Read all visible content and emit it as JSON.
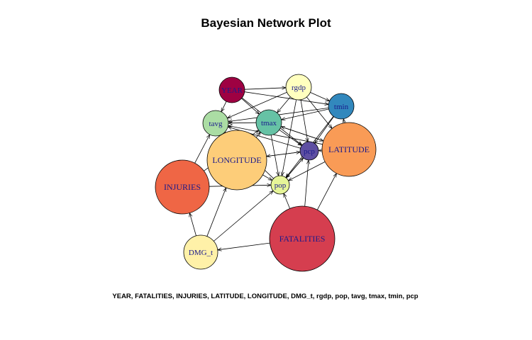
{
  "title": "Bayesian Network Plot",
  "caption": "YEAR, FATALITIES, INJURIES, LATITUDE, LONGITUDE, DMG_t, rgdp, pop, tavg, tmax, tmin, pcp",
  "nodes": [
    {
      "id": "YEAR",
      "label": "YEAR",
      "color": "#9e0142"
    },
    {
      "id": "rgdp",
      "label": "rgdp",
      "color": "#ffffbf"
    },
    {
      "id": "tmin",
      "label": "tmin",
      "color": "#3288bd"
    },
    {
      "id": "tavg",
      "label": "tavg",
      "color": "#abdda4"
    },
    {
      "id": "tmax",
      "label": "tmax",
      "color": "#66c2a5"
    },
    {
      "id": "pcp",
      "label": "pcp",
      "color": "#5e4fa2"
    },
    {
      "id": "LATITUDE",
      "label": "LATITUDE",
      "color": "#f99b56"
    },
    {
      "id": "LONGITUDE",
      "label": "LONGITUDE",
      "color": "#fdcd79"
    },
    {
      "id": "INJURIES",
      "label": "INJURIES",
      "color": "#ef6645"
    },
    {
      "id": "pop",
      "label": "pop",
      "color": "#e6f598"
    },
    {
      "id": "FATALITIES",
      "label": "FATALITIES",
      "color": "#d53e4f"
    },
    {
      "id": "DMG_t",
      "label": "DMG_t",
      "color": "#fff1a8"
    }
  ],
  "edges": [
    [
      "YEAR",
      "rgdp"
    ],
    [
      "YEAR",
      "tmin"
    ],
    [
      "YEAR",
      "tmax"
    ],
    [
      "YEAR",
      "pcp"
    ],
    [
      "YEAR",
      "tavg"
    ],
    [
      "rgdp",
      "tmin"
    ],
    [
      "rgdp",
      "tavg"
    ],
    [
      "rgdp",
      "tmax"
    ],
    [
      "rgdp",
      "pcp"
    ],
    [
      "rgdp",
      "LATITUDE"
    ],
    [
      "rgdp",
      "pop"
    ],
    [
      "tmin",
      "tavg"
    ],
    [
      "tmin",
      "tmax"
    ],
    [
      "tmin",
      "pcp"
    ],
    [
      "tmin",
      "pop"
    ],
    [
      "tmax",
      "tavg"
    ],
    [
      "tmax",
      "pcp"
    ],
    [
      "tmax",
      "pop"
    ],
    [
      "tmax",
      "LATITUDE"
    ],
    [
      "LATITUDE",
      "tmin"
    ],
    [
      "LATITUDE",
      "tavg"
    ],
    [
      "LATITUDE",
      "tmax"
    ],
    [
      "LATITUDE",
      "pcp"
    ],
    [
      "LATITUDE",
      "pop"
    ],
    [
      "pcp",
      "tavg"
    ],
    [
      "pcp",
      "pop"
    ],
    [
      "pcp",
      "LONGITUDE"
    ],
    [
      "LONGITUDE",
      "tavg"
    ],
    [
      "LONGITUDE",
      "tmax"
    ],
    [
      "LONGITUDE",
      "pop"
    ],
    [
      "LONGITUDE",
      "pcp"
    ],
    [
      "INJURIES",
      "tavg"
    ],
    [
      "INJURIES",
      "tmax"
    ],
    [
      "INJURIES",
      "pop"
    ],
    [
      "pop",
      "tavg"
    ],
    [
      "pop",
      "pcp"
    ],
    [
      "FATALITIES",
      "pop"
    ],
    [
      "FATALITIES",
      "pcp"
    ],
    [
      "FATALITIES",
      "LATITUDE"
    ],
    [
      "FATALITIES",
      "DMG_t"
    ],
    [
      "DMG_t",
      "INJURIES"
    ],
    [
      "DMG_t",
      "LONGITUDE"
    ],
    [
      "DMG_t",
      "pop"
    ]
  ]
}
